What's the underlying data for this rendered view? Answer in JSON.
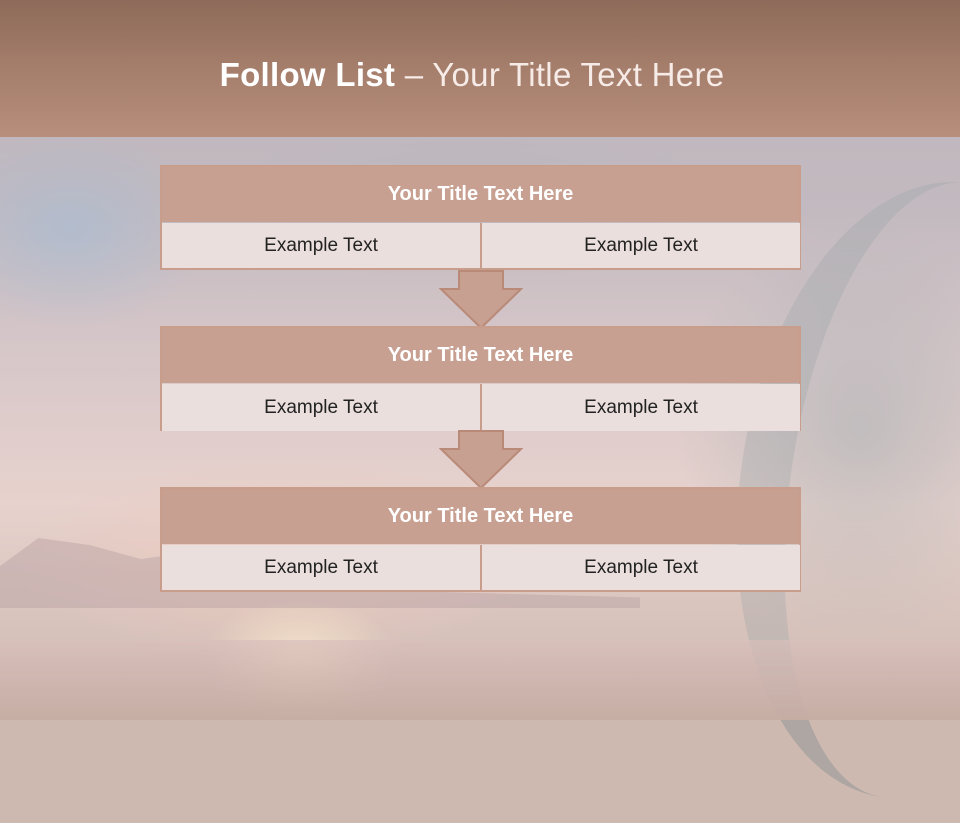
{
  "slide": {
    "title_bold": "Follow List",
    "title_rest": " – Your Title Text Here"
  },
  "steps": [
    {
      "title": "Your Title Text Here",
      "left_text": "Example Text",
      "right_text": "Example Text"
    },
    {
      "title": "Your Title Text Here",
      "left_text": "Example Text",
      "right_text": "Example Text"
    },
    {
      "title": "Your Title Text Here",
      "left_text": "Example Text",
      "right_text": "Example Text"
    }
  ],
  "colors": {
    "header": "#a37c6a",
    "box_title": "#c8a092",
    "box_cell": "#eadfdc",
    "border": "#c99d8b",
    "arrow_fill": "#c8a092"
  }
}
